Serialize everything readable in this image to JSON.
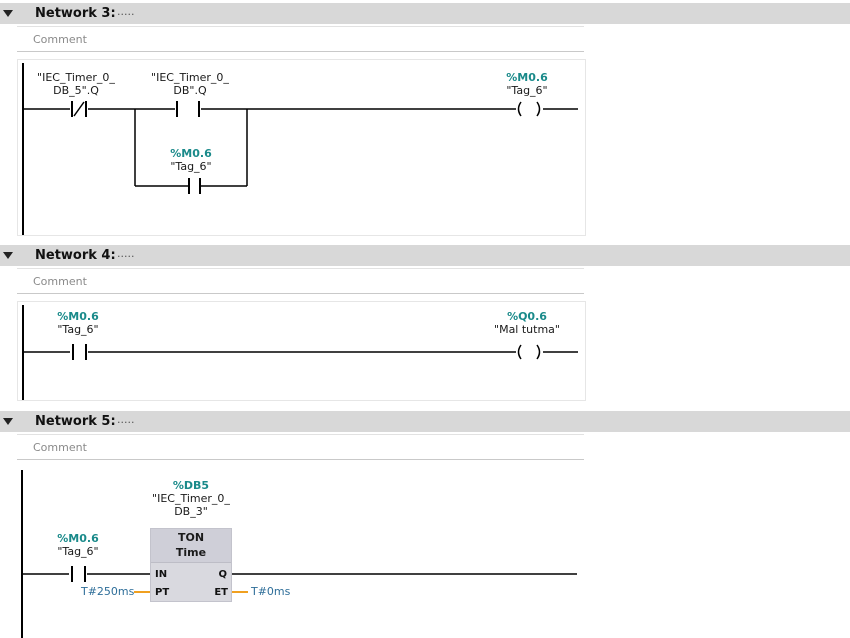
{
  "networks": [
    {
      "title": "Network 3:",
      "dots": ".....",
      "comment": "Comment",
      "contact1": {
        "label_line1": "\"IEC_Timer_0_",
        "label_line2": "DB_5\".Q"
      },
      "contact2": {
        "label_line1": "\"IEC_Timer_0_",
        "label_line2": "DB\".Q"
      },
      "branch_contact": {
        "address": "%M0.6",
        "symbol": "\"Tag_6\""
      },
      "coil": {
        "address": "%M0.6",
        "symbol": "\"Tag_6\""
      }
    },
    {
      "title": "Network 4:",
      "dots": ".....",
      "comment": "Comment",
      "contact1": {
        "address": "%M0.6",
        "symbol": "\"Tag_6\""
      },
      "coil": {
        "address": "%Q0.6",
        "symbol": "\"Mal tutma\""
      }
    },
    {
      "title": "Network 5:",
      "dots": ".....",
      "comment": "Comment",
      "contact1": {
        "address": "%M0.6",
        "symbol": "\"Tag_6\""
      },
      "instance": {
        "address": "%DB5",
        "label_line1": "\"IEC_Timer_0_",
        "label_line2": "DB_3\""
      },
      "block": {
        "type": "TON",
        "subtype": "Time",
        "pin_in": "IN",
        "pin_pt": "PT",
        "pin_q": "Q",
        "pin_et": "ET",
        "pt_value": "T#250ms",
        "et_value": "T#0ms"
      }
    }
  ],
  "colors": {
    "address": "#1a8a8a",
    "param": "#2e6e99",
    "param_wire": "#f0a020",
    "header_bg": "#d8d8d8"
  },
  "icons": [
    "collapse-triangle-icon"
  ]
}
